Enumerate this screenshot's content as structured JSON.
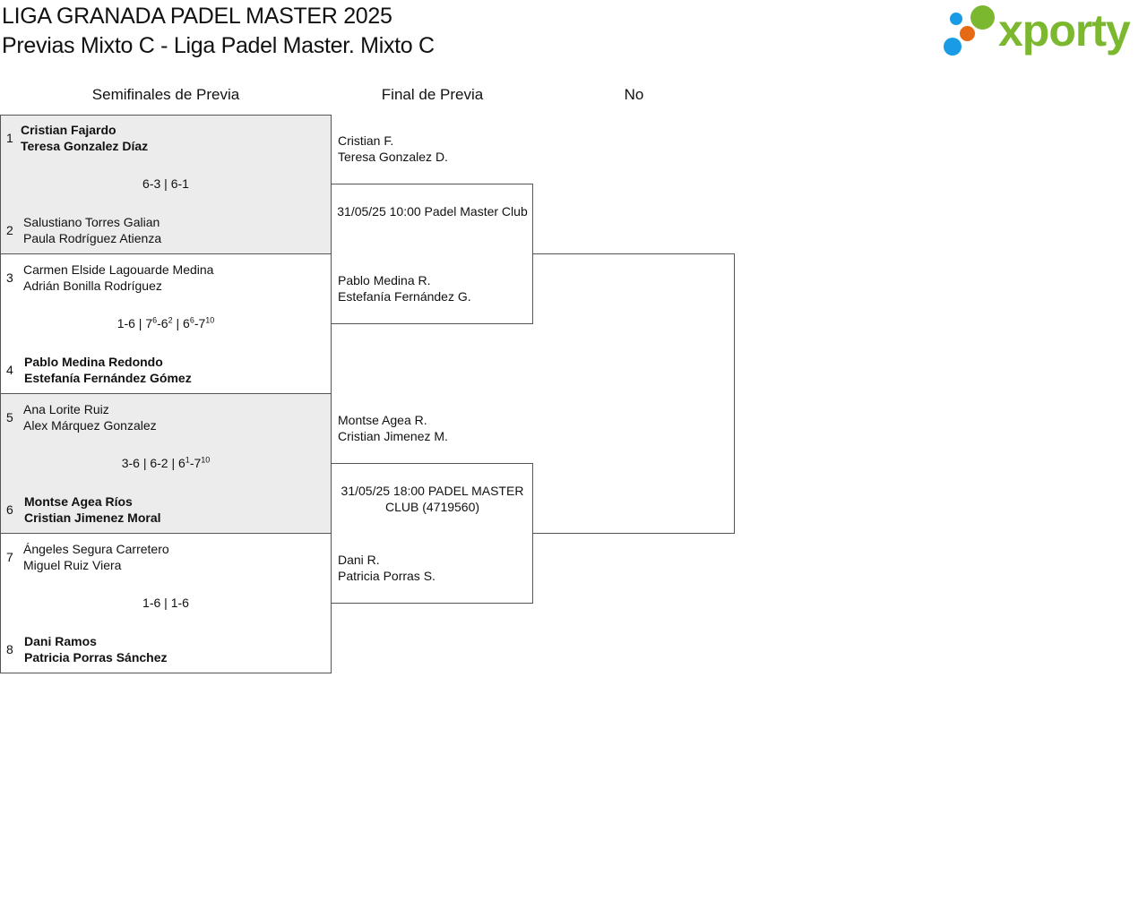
{
  "header": {
    "title_line1": "LIGA GRANADA PADEL MASTER 2025",
    "title_line2": "Previas Mixto C - Liga Padel Master. Mixto C",
    "logo_text": "xporty",
    "logo_colors": [
      "#1a9be6",
      "#e66a16",
      "#7cb82f"
    ]
  },
  "columns": [
    "Semifinales de Previa",
    "Final de Previa",
    "No"
  ],
  "semis": [
    {
      "shaded": true,
      "top": {
        "seed": "1",
        "p1": "Cristian Fajardo",
        "p2": "Teresa Gonzalez Díaz",
        "winner": true
      },
      "bottom": {
        "seed": "2",
        "p1": "Salustiano Torres Galian",
        "p2": "Paula Rodríguez Atienza",
        "winner": false
      },
      "score_html": "6-3 | 6-1"
    },
    {
      "shaded": false,
      "top": {
        "seed": "3",
        "p1": "Carmen Elside Lagouarde Medina",
        "p2": "Adrián Bonilla Rodríguez",
        "winner": false
      },
      "bottom": {
        "seed": "4",
        "p1": "Pablo Medina Redondo",
        "p2": "Estefanía Fernández Gómez",
        "winner": true
      },
      "score_html": "1-6 | 7<sup>6</sup>-6<sup>2</sup> | 6<sup>6</sup>-7<sup>10</sup>"
    },
    {
      "shaded": true,
      "top": {
        "seed": "5",
        "p1": "Ana Lorite Ruiz",
        "p2": "Alex Márquez Gonzalez",
        "winner": false
      },
      "bottom": {
        "seed": "6",
        "p1": "Montse Agea Ríos",
        "p2": "Cristian Jimenez Moral",
        "winner": true
      },
      "score_html": "3-6 | 6-2 | 6<sup>1</sup>-7<sup>10</sup>"
    },
    {
      "shaded": false,
      "top": {
        "seed": "7",
        "p1": "Ángeles Segura Carretero",
        "p2": "Miguel Ruiz Viera",
        "winner": false
      },
      "bottom": {
        "seed": "8",
        "p1": "Dani Ramos",
        "p2": "Patricia Porras Sánchez",
        "winner": true
      },
      "score_html": "1-6 | 1-6"
    }
  ],
  "finals": [
    {
      "top": {
        "p1": "Cristian F.",
        "p2": "Teresa Gonzalez D."
      },
      "bottom": {
        "p1": "Pablo Medina R.",
        "p2": "Estefanía Fernández G."
      },
      "info": "31/05/25 10:00 Padel Master Club"
    },
    {
      "top": {
        "p1": "Montse Agea R.",
        "p2": "Cristian Jimenez M."
      },
      "bottom": {
        "p1": "Dani R.",
        "p2": "Patricia Porras S."
      },
      "info": "31/05/25 18:00 PADEL MASTER CLUB (4719560)"
    }
  ]
}
